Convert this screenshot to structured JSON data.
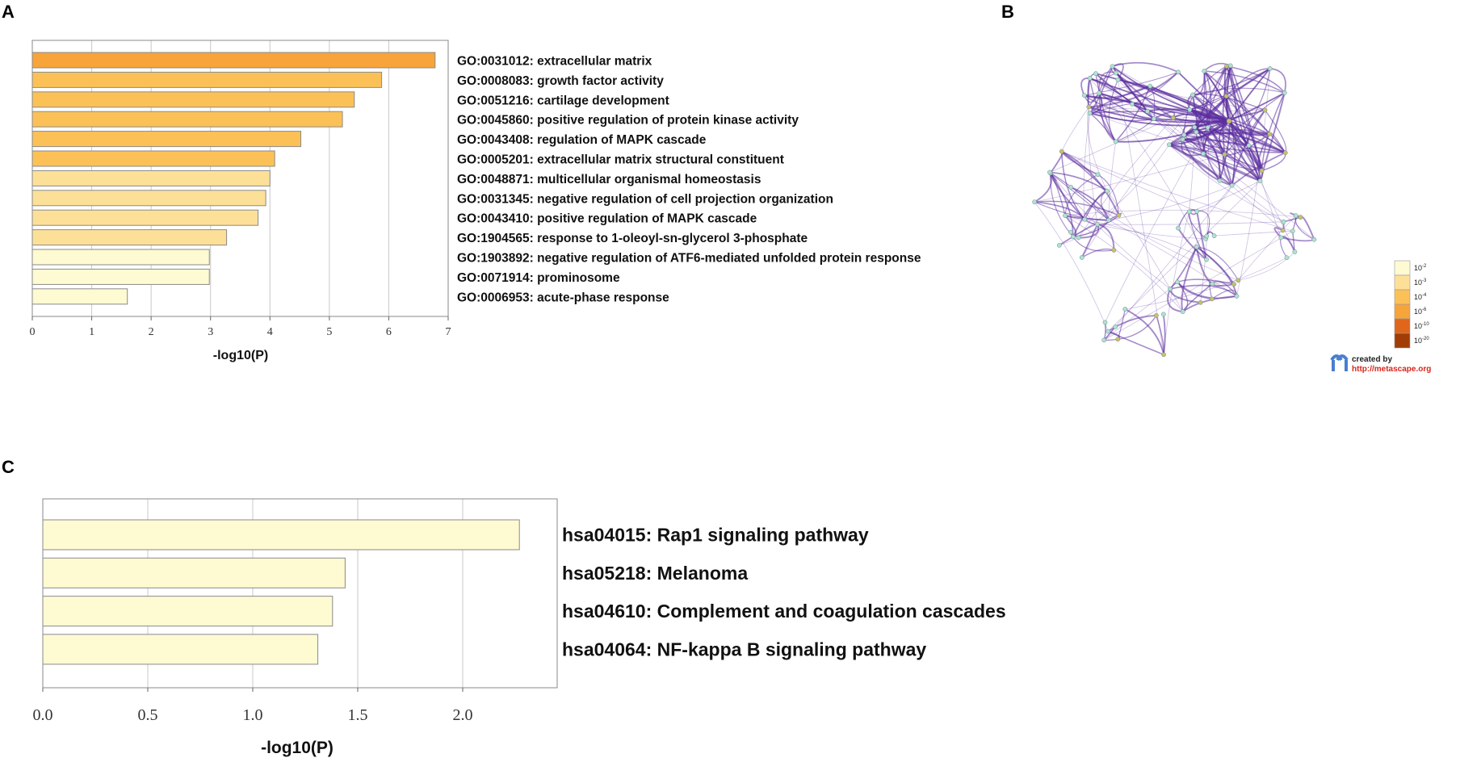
{
  "panels": {
    "a": "A",
    "b": "B",
    "c": "C"
  },
  "chart_data": [
    {
      "type": "bar",
      "orientation": "horizontal",
      "categories": [
        "GO:0031012: extracellular matrix",
        "GO:0008083: growth factor activity",
        "GO:0051216: cartilage development",
        "GO:0045860: positive regulation of protein kinase activity",
        "GO:0043408: regulation of MAPK cascade",
        "GO:0005201: extracellular matrix structural constituent",
        "GO:0048871: multicellular organismal homeostasis",
        "GO:0031345: negative regulation of cell projection organization",
        "GO:0043410: positive regulation of MAPK cascade",
        "GO:1904565: response to 1-oleoyl-sn-glycerol 3-phosphate",
        "GO:1903892: negative regulation of ATF6-mediated unfolded protein response",
        "GO:0071914: prominosome",
        "GO:0006953: acute-phase response"
      ],
      "values": [
        6.78,
        5.88,
        5.42,
        5.22,
        4.52,
        4.08,
        4.0,
        3.93,
        3.8,
        3.27,
        2.98,
        2.98,
        1.6
      ],
      "bar_colors": [
        "#f7a43a",
        "#fbc157",
        "#fbc157",
        "#fbc157",
        "#fbc157",
        "#fbc157",
        "#fde098",
        "#fde098",
        "#fde098",
        "#fde098",
        "#fefad2",
        "#fefad2",
        "#fefad2"
      ],
      "xlabel": "-log10(P)",
      "ylabel": "",
      "xlim": [
        0,
        7
      ],
      "xticks": [
        "0",
        "1",
        "2",
        "3",
        "4",
        "5",
        "6",
        "7"
      ],
      "grid": true
    },
    {
      "type": "bar",
      "orientation": "horizontal",
      "categories": [
        "hsa04015: Rap1 signaling pathway",
        "hsa05218: Melanoma",
        "hsa04610: Complement and coagulation cascades",
        "hsa04064: NF-kappa B signaling pathway"
      ],
      "values": [
        2.27,
        1.44,
        1.38,
        1.31
      ],
      "bar_colors": [
        "#fefad2",
        "#fefad2",
        "#fefad2",
        "#fefad2"
      ],
      "xlabel": "-log10(P)",
      "ylabel": "",
      "xlim": [
        0,
        2.4
      ],
      "xticks": [
        "0.0",
        "0.5",
        "1.0",
        "1.5",
        "2.0"
      ],
      "grid": true
    }
  ],
  "network": {
    "edge_color": "#5b2d9e",
    "node_fill": "#aee3d4",
    "node_fill_alt": "#c9c06a",
    "legend": {
      "entries": [
        "10",
        "10",
        "10",
        "10",
        "10",
        "10"
      ],
      "exponents": [
        "-2",
        "-3",
        "-4",
        "-6",
        "-10",
        "-20"
      ],
      "colors": [
        "#fefad2",
        "#fde098",
        "#fbc157",
        "#f7a43a",
        "#e0661c",
        "#a23c06"
      ]
    },
    "credit": {
      "line1": "created by",
      "line2": "http://metascape.org"
    }
  }
}
